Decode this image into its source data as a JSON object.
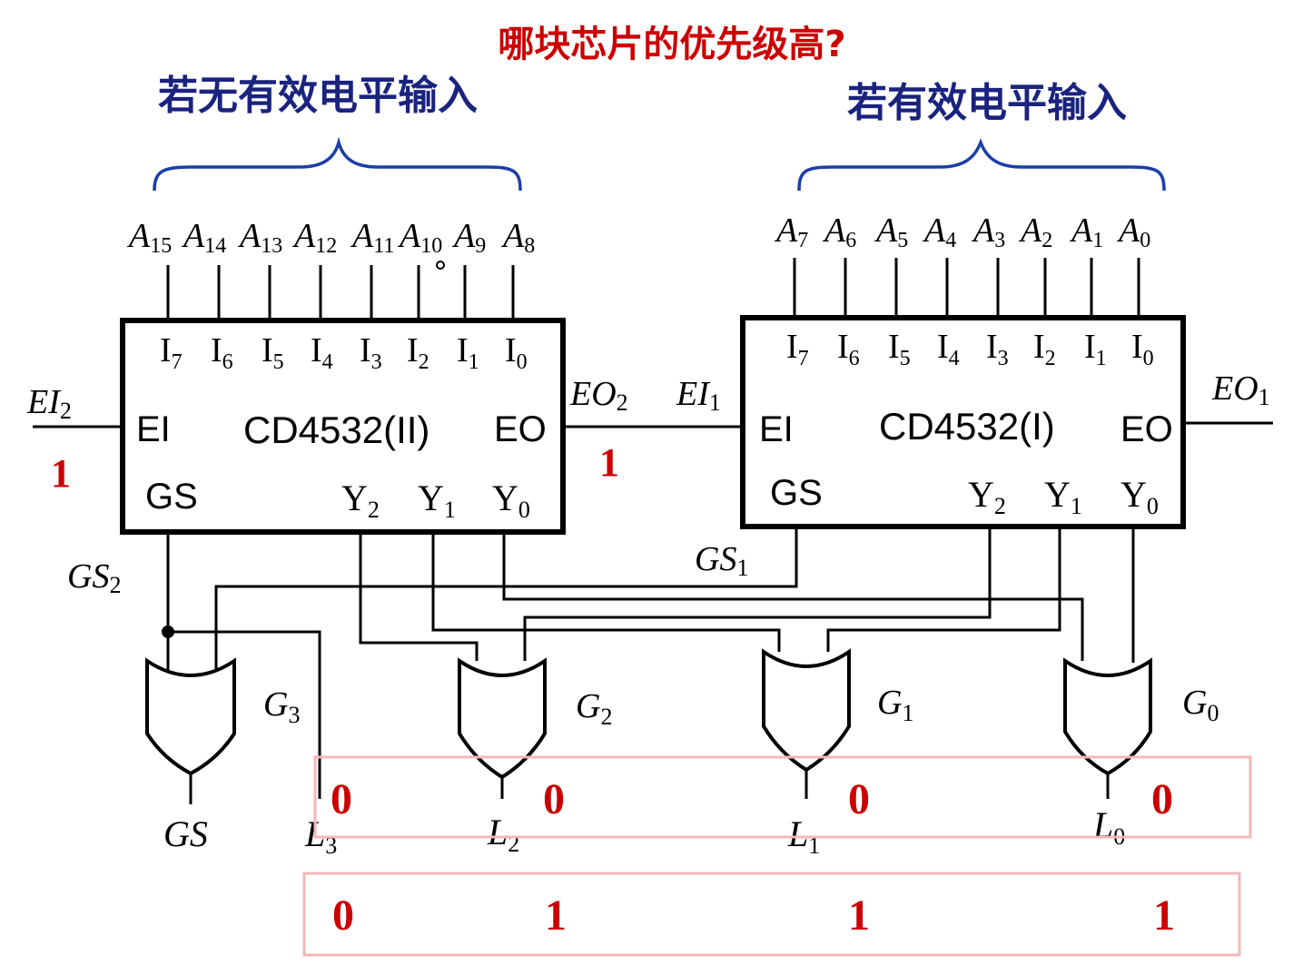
{
  "title": "哪块芯片的优先级高?",
  "left_group_label": "若无有效电平输入",
  "right_group_label": "若有效电平输入",
  "chip_left": {
    "name": "CD4532(II)",
    "inputs_external": [
      {
        "base": "A",
        "sub": "15"
      },
      {
        "base": "A",
        "sub": "14"
      },
      {
        "base": "A",
        "sub": "13"
      },
      {
        "base": "A",
        "sub": "12"
      },
      {
        "base": "A",
        "sub": "11"
      },
      {
        "base": "A",
        "sub": "10"
      },
      {
        "base": "A",
        "sub": "9"
      },
      {
        "base": "A",
        "sub": "8"
      }
    ],
    "pins_top": [
      {
        "base": "I",
        "sub": "7"
      },
      {
        "base": "I",
        "sub": "6"
      },
      {
        "base": "I",
        "sub": "5"
      },
      {
        "base": "I",
        "sub": "4"
      },
      {
        "base": "I",
        "sub": "3"
      },
      {
        "base": "I",
        "sub": "2"
      },
      {
        "base": "I",
        "sub": "1"
      },
      {
        "base": "I",
        "sub": "0"
      }
    ],
    "ei": "EI",
    "eo": "EO",
    "gs": "GS",
    "outputs": [
      {
        "base": "Y",
        "sub": "2"
      },
      {
        "base": "Y",
        "sub": "1"
      },
      {
        "base": "Y",
        "sub": "0"
      }
    ]
  },
  "chip_right": {
    "name": "CD4532(I)",
    "inputs_external": [
      {
        "base": "A",
        "sub": "7"
      },
      {
        "base": "A",
        "sub": "6"
      },
      {
        "base": "A",
        "sub": "5"
      },
      {
        "base": "A",
        "sub": "4"
      },
      {
        "base": "A",
        "sub": "3"
      },
      {
        "base": "A",
        "sub": "2"
      },
      {
        "base": "A",
        "sub": "1"
      },
      {
        "base": "A",
        "sub": "0"
      }
    ],
    "pins_top": [
      {
        "base": "I",
        "sub": "7"
      },
      {
        "base": "I",
        "sub": "6"
      },
      {
        "base": "I",
        "sub": "5"
      },
      {
        "base": "I",
        "sub": "4"
      },
      {
        "base": "I",
        "sub": "3"
      },
      {
        "base": "I",
        "sub": "2"
      },
      {
        "base": "I",
        "sub": "1"
      },
      {
        "base": "I",
        "sub": "0"
      }
    ],
    "ei": "EI",
    "eo": "EO",
    "gs": "GS",
    "outputs": [
      {
        "base": "Y",
        "sub": "2"
      },
      {
        "base": "Y",
        "sub": "1"
      },
      {
        "base": "Y",
        "sub": "0"
      }
    ]
  },
  "signals": {
    "ei2": {
      "base": "EI",
      "sub": "2"
    },
    "eo2": {
      "base": "EO",
      "sub": "2"
    },
    "ei1": {
      "base": "EI",
      "sub": "1"
    },
    "eo1": {
      "base": "EO",
      "sub": "1"
    },
    "gs2": {
      "base": "GS",
      "sub": "2"
    },
    "gs1": {
      "base": "GS",
      "sub": "1"
    },
    "gs_out": "GS",
    "ei2_value": "1",
    "eo2_value": "1"
  },
  "gates": [
    {
      "base": "G",
      "sub": "3"
    },
    {
      "base": "G",
      "sub": "2"
    },
    {
      "base": "G",
      "sub": "1"
    },
    {
      "base": "G",
      "sub": "0"
    }
  ],
  "outputs": [
    {
      "base": "L",
      "sub": "3"
    },
    {
      "base": "L",
      "sub": "2"
    },
    {
      "base": "L",
      "sub": "1"
    },
    {
      "base": "L",
      "sub": "0"
    }
  ],
  "result_row_1": [
    "0",
    "0",
    "0",
    "0"
  ],
  "result_row_2": [
    "0",
    "1",
    "1",
    "1"
  ],
  "colors": {
    "title": "#cc0000",
    "group_label": "#1a237e",
    "brace": "#1a3fa8",
    "values": "#cc0000",
    "highlight_box": "#f2b8b8"
  }
}
